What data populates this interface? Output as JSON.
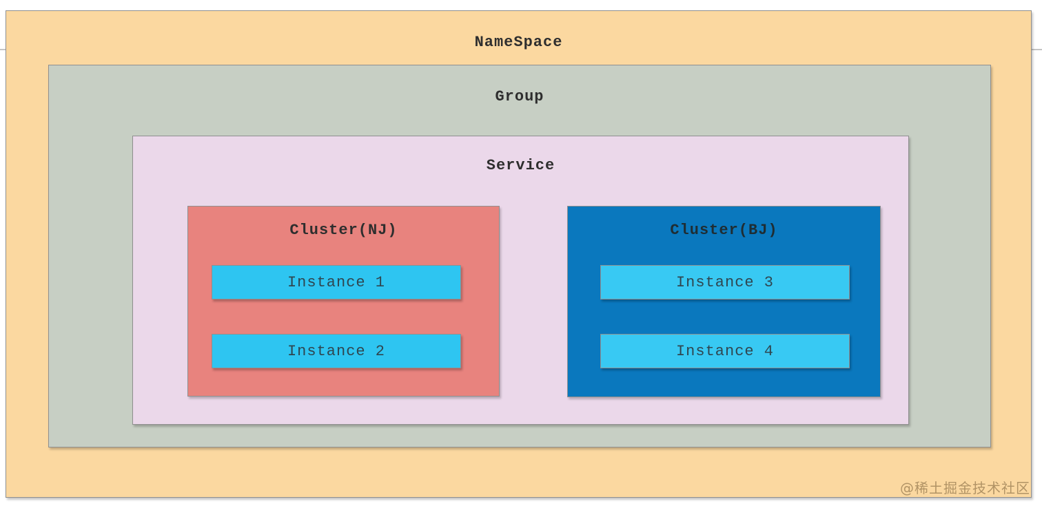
{
  "namespace": {
    "label": "NameSpace",
    "bg": "#FBD8A0"
  },
  "group": {
    "label": "Group",
    "bg": "#C7CFC4"
  },
  "service": {
    "label": "Service",
    "bg": "#EBD8EA"
  },
  "clusters": [
    {
      "label": "Cluster(NJ)",
      "bg": "#E8837E",
      "instance_bg": "#2EC5F1",
      "instances": [
        {
          "label": "Instance 1"
        },
        {
          "label": "Instance 2"
        }
      ]
    },
    {
      "label": "Cluster(BJ)",
      "bg": "#0A78BE",
      "instance_bg": "#38C9F3",
      "instances": [
        {
          "label": "Instance 3"
        },
        {
          "label": "Instance 4"
        }
      ]
    }
  ],
  "watermark": {
    "label": "@稀土掘金技术社区"
  },
  "colors": {
    "border": "#8F8F8F",
    "title_text": "#2E2E2E",
    "instance_text": "#2F4650",
    "page_bg": "#FFFFFF"
  }
}
